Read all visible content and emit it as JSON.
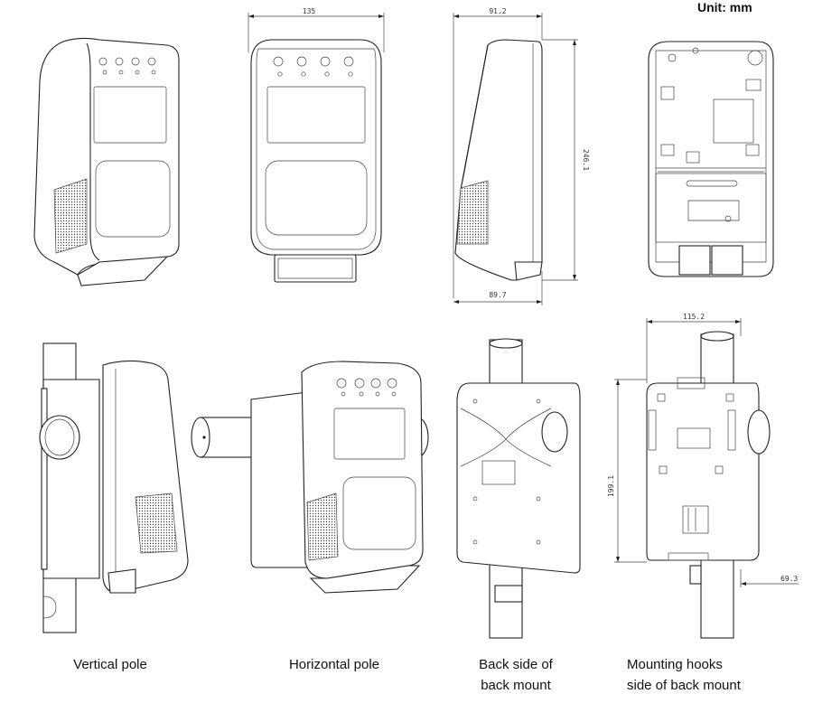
{
  "unit_label": "Unit: mm",
  "dimensions": {
    "front_width": "135",
    "side_depth_top": "91.2",
    "side_height": "246.1",
    "side_depth_bottom": "89.7",
    "mount_width": "115.2",
    "mount_height": "199.1",
    "mount_offset": "69.3"
  },
  "captions": {
    "vertical_pole": "Vertical pole",
    "horizontal_pole": "Horizontal pole",
    "back_side_1": "Back side of",
    "back_side_2": "back mount",
    "hooks_1": "Mounting hooks",
    "hooks_2": "side of back mount"
  }
}
